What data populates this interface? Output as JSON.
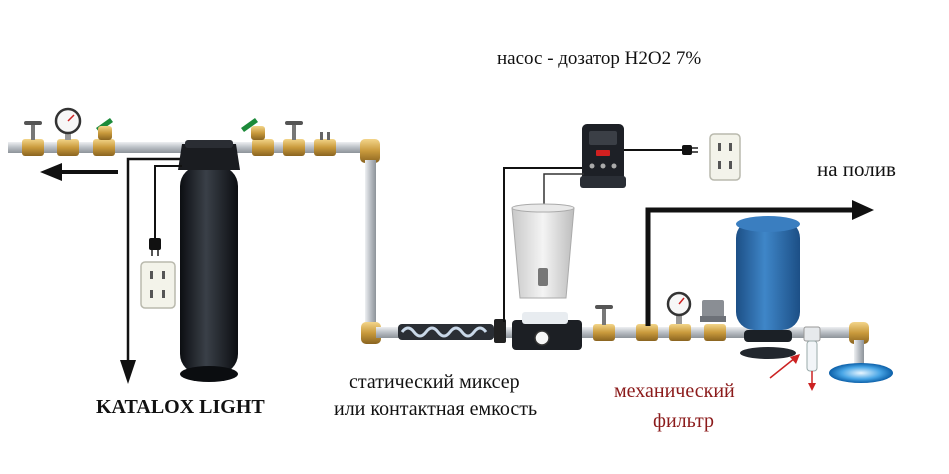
{
  "labels": {
    "pump": "насос - дозатор H2O2 7%",
    "irrigation": "на полив",
    "katalox": "KATALOX LIGHT",
    "mixer_line1": "статический миксер",
    "mixer_line2": "или контактная емкость",
    "filter_line1": "механический",
    "filter_line2": "фильтр"
  },
  "colors": {
    "pipe": "#c9cdd2",
    "brass": "#c99a3c",
    "tank_blue": "#2f6fb0",
    "filter_tank": "#1e2228",
    "filter_label": "#8b1a1a",
    "arrow": "#111111"
  },
  "icons": {
    "outlet": "power-outlet-icon",
    "gauge": "pressure-gauge-icon",
    "valve": "gate-valve-icon",
    "plug": "power-plug-icon"
  }
}
